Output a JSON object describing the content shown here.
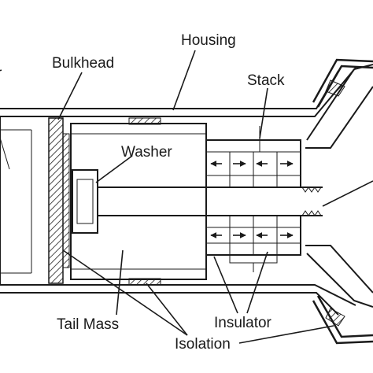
{
  "labels": {
    "housing": "Housing",
    "bulkhead": "Bulkhead",
    "stack": "Stack",
    "washer": "Washer",
    "tail_mass": "Tail Mass",
    "insulator": "Insulator",
    "isolation": "Isolation",
    "cut_off_left": "r"
  },
  "colors": {
    "ink": "#1a1a1a",
    "background": "#ffffff"
  }
}
